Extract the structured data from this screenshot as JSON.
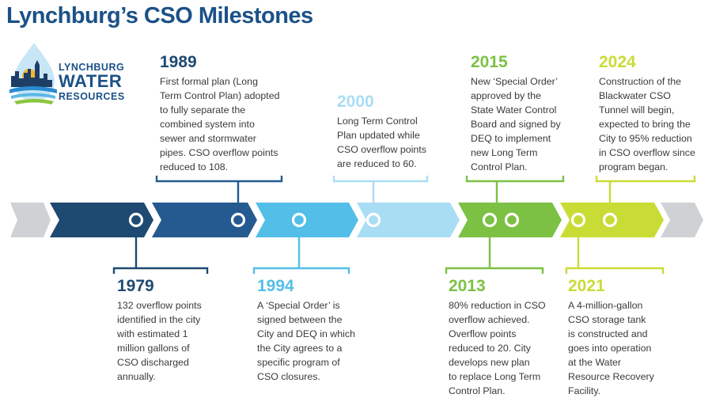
{
  "title": "Lynchburg’s CSO Milestones",
  "logo": {
    "line1": "LYNCHBURG",
    "line2": "WATER",
    "line3": "RESOURCES"
  },
  "colors": {
    "navy": "#1e4a71",
    "blue_dark": "#245a90",
    "blue_mid": "#53bfe8",
    "blue_light": "#a9ddf4",
    "green": "#7cc143",
    "lime": "#c9dc35",
    "gray": "#cfd2d4",
    "title": "#1b5187"
  },
  "events": [
    {
      "year": "1979",
      "lines": [
        "132 overflow points",
        "identified in the city",
        "with estimated 1",
        "million gallons of",
        "CSO discharged",
        "annually."
      ]
    },
    {
      "year": "1989",
      "lines": [
        "First formal plan (Long",
        "Term Control Plan) adopted",
        "to fully separate the",
        "combined system into",
        "sewer and stormwater",
        "pipes. CSO overflow points",
        "reduced to 108."
      ]
    },
    {
      "year": "1994",
      "lines": [
        "A ‘Special Order’ is",
        "signed between the",
        "City and DEQ in which",
        "the City agrees to a",
        "specific program of",
        "CSO closures."
      ]
    },
    {
      "year": "2000",
      "lines": [
        "Long Term Control",
        "Plan updated while",
        "CSO overflow points",
        "are reduced to 60."
      ]
    },
    {
      "year": "2013",
      "lines": [
        "80% reduction in CSO",
        "overflow achieved.",
        "Overflow points",
        "reduced to 20. City",
        "develops new plan",
        "to replace Long Term",
        "Control Plan."
      ]
    },
    {
      "year": "2015",
      "lines": [
        "New ‘Special Order’",
        "approved by the",
        "State Water Control",
        "Board and signed by",
        "DEQ to implement",
        "new Long Term",
        "Control Plan."
      ]
    },
    {
      "year": "2021",
      "lines": [
        "A 4-million-gallon",
        "CSO storage tank",
        "is constructed and",
        "goes into operation",
        "at the Water",
        "Resource Recovery",
        "Facility."
      ]
    },
    {
      "year": "2024",
      "lines": [
        "Construction of the",
        "Blackwater CSO",
        "Tunnel will begin,",
        "expected to bring the",
        "City to 95% reduction",
        "in CSO overflow since",
        "program began."
      ]
    }
  ]
}
